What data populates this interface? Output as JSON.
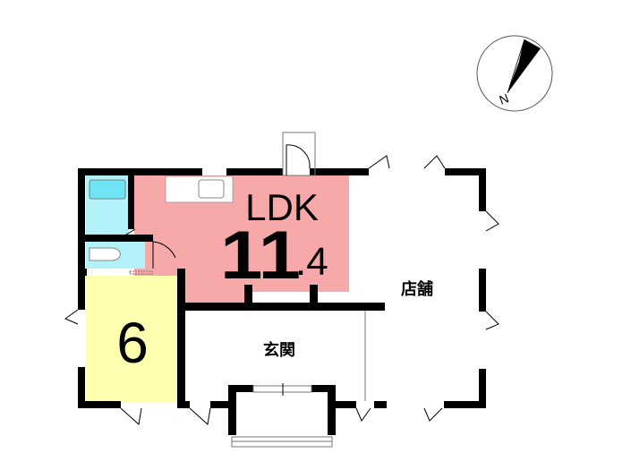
{
  "rooms": {
    "ldk": {
      "label": "LDK",
      "size": "11",
      "size_decimal": ".4",
      "color": "#f7a8a8"
    },
    "western": {
      "size": "6",
      "color": "#ffffb0"
    },
    "shop": {
      "label": "店舗"
    },
    "entrance": {
      "label": "玄関"
    },
    "bath": {
      "color": "#6fe4f4"
    },
    "toilet": {
      "color": "#b4f2fa"
    }
  },
  "compass": {
    "label": "N"
  }
}
